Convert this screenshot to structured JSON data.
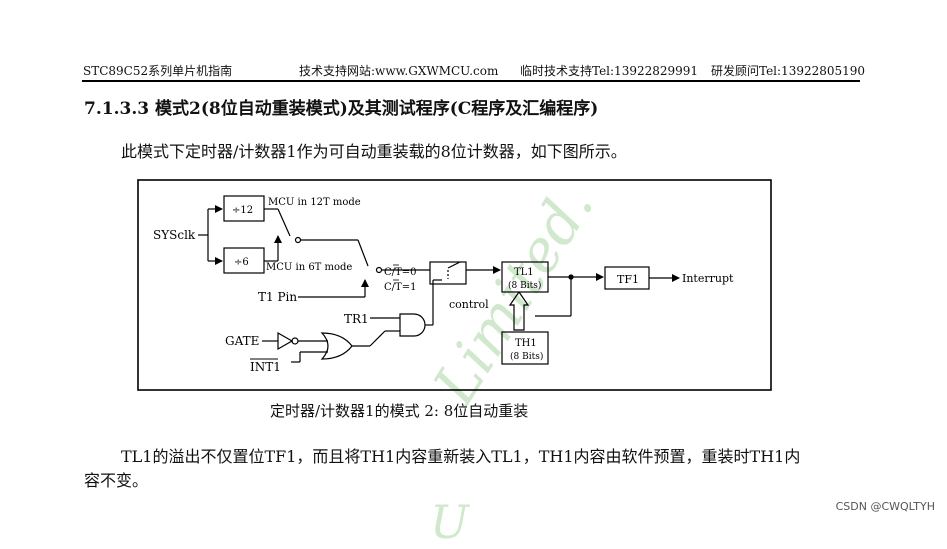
{
  "header": {
    "book": "STC89C52系列单片机指南",
    "website": "技术支持网站:www.GXWMCU.com",
    "support": "临时技术支持Tel:13922829991",
    "advisor": "研发顾问Tel:13922805190"
  },
  "section": {
    "title": "7.1.3.3  模式2(8位自动重装模式)及其测试程序(C程序及汇编程序)"
  },
  "intro": {
    "text": "此模式下定时器/计数器1作为可自动重装载的8位计数器，如下图所示。"
  },
  "diagram": {
    "sysclk": "SYSclk",
    "div12": "÷12",
    "div6": "÷6",
    "mode12t": "MCU in 12T mode",
    "mode6t": "MCU in 6T mode",
    "ct0": "C/T=0",
    "ct1": "C/T=1",
    "t1pin": "T1 Pin",
    "control": "control",
    "tl1": "TL1",
    "tl1bits": "(8 Bits)",
    "th1": "TH1",
    "th1bits": "(8 Bits)",
    "tf1": "TF1",
    "interrupt": "Interrupt",
    "tr1": "TR1",
    "gate": "GATE",
    "int1": "INT1"
  },
  "caption": {
    "text": "定时器/计数器1的模式 2: 8位自动重装"
  },
  "body": {
    "line1": "TL1的溢出不仅置位TF1，而且将TH1内容重新装入TL1，TH1内容由软件预置，重装时TH1内",
    "line2": "容不变。"
  },
  "watermark": {
    "text1": "Limited.",
    "text2": "U"
  },
  "credit": {
    "text": "CSDN @CWQLTYH"
  }
}
